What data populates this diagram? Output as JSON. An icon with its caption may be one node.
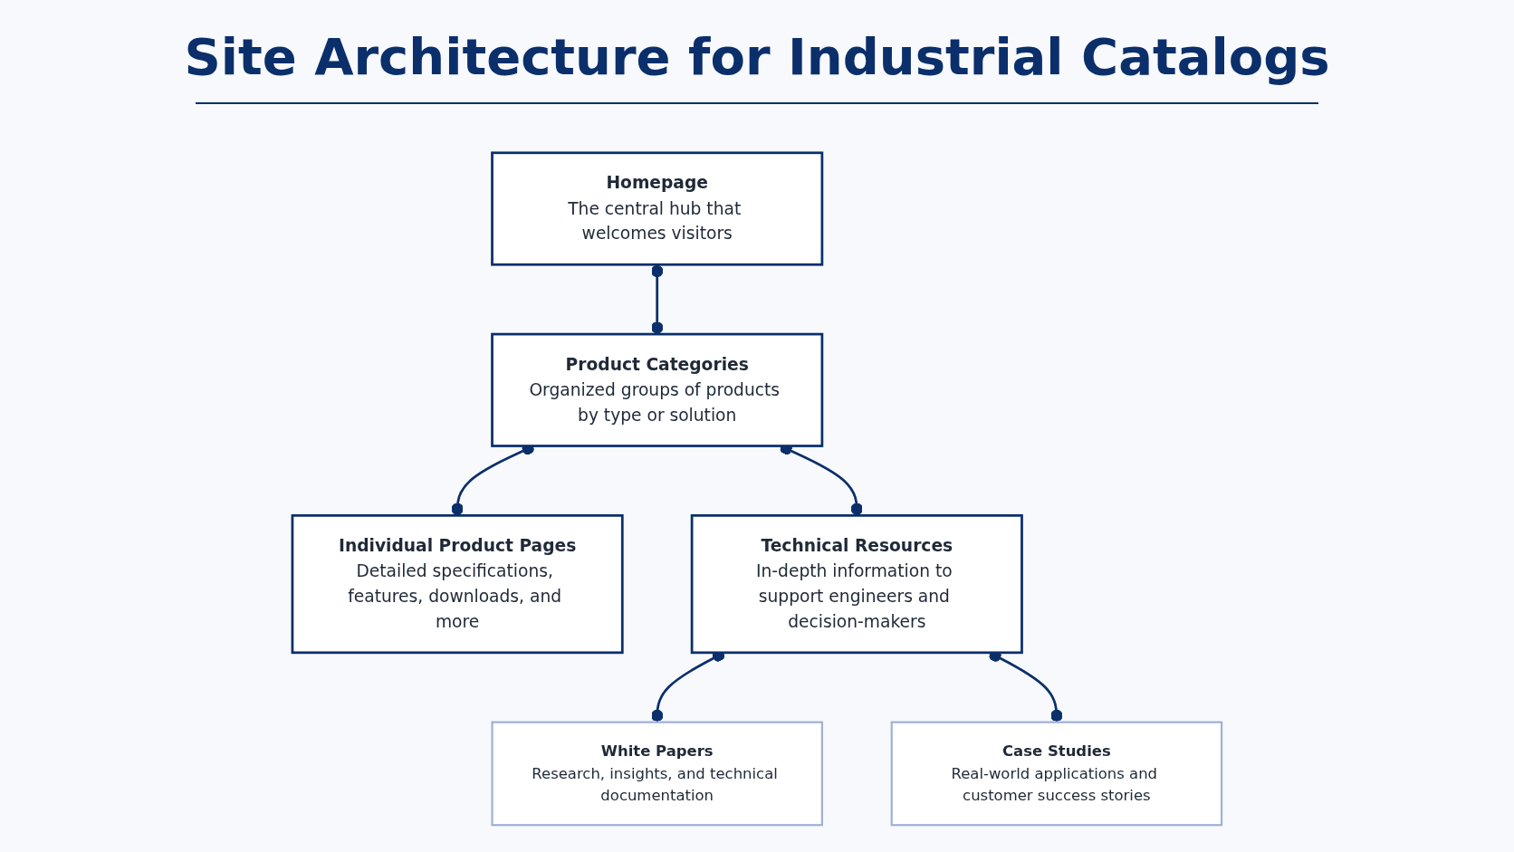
{
  "diagram": {
    "title": "Site Architecture for Industrial Catalogs",
    "nodes": [
      {
        "text": [
          "Homepage",
          "The central hub that welcomes visitors"
        ]
      },
      {
        "text": [
          "Product Categories",
          "Organized groups of products by type or solution"
        ]
      },
      {
        "text": [
          "Individual Product Pages",
          "Detailed specifications, features, downloads, and more"
        ]
      },
      {
        "text": [
          "Technical Resources",
          "In-depth information to support engineers and decision-makers"
        ]
      },
      {
        "text": [
          "White Papers",
          "Research, insights, and technical documentation"
        ]
      },
      {
        "text": [
          "Case Studies",
          "Real-world applications and customer success stories"
        ]
      }
    ],
    "edges": [
      {
        "from": 0,
        "to": 1,
        "arrow": "other"
      },
      {
        "from": 1,
        "to": 2,
        "arrow": "other"
      },
      {
        "from": 1,
        "to": 3,
        "arrow": "other"
      },
      {
        "from": 3,
        "to": 4,
        "arrow": "other"
      },
      {
        "from": 3,
        "to": 5,
        "arrow": "other"
      }
    ]
  }
}
